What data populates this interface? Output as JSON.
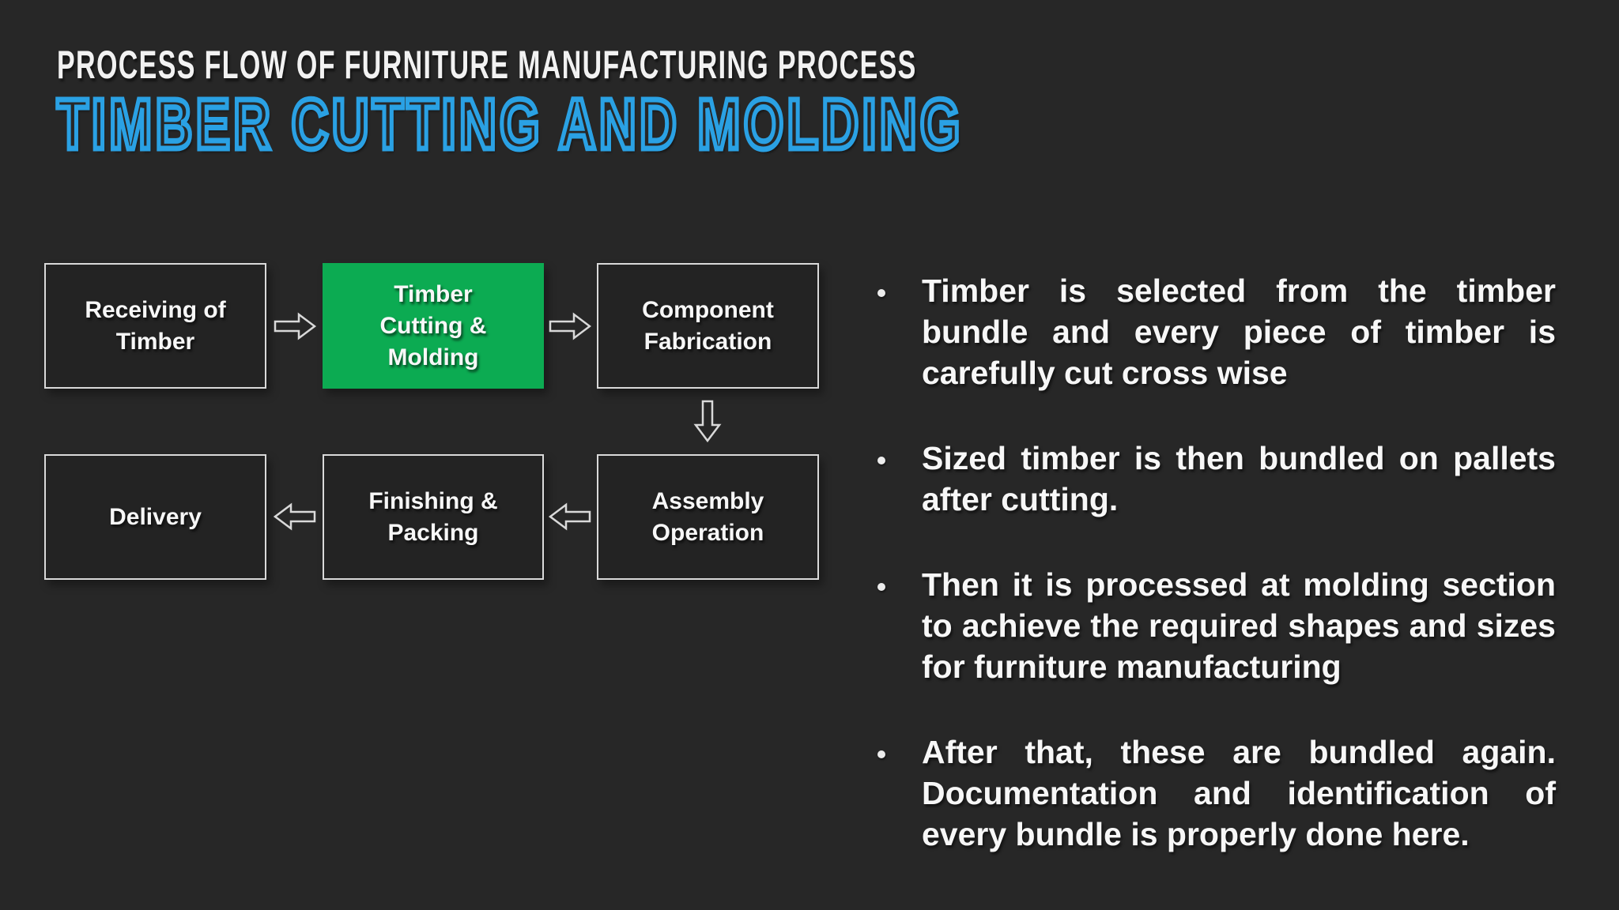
{
  "slide": {
    "eyebrow": "PROCESS FLOW OF FURNITURE MANUFACTURING PROCESS",
    "title": "TIMBER CUTTING AND MOLDING"
  },
  "colors": {
    "background": "#272727",
    "title_blue": "#2AA1E4",
    "highlight_green": "#0CAB52",
    "box_border": "#D9D9D9",
    "text_white": "#F7F7F7"
  },
  "flowchart": {
    "nodes": [
      {
        "id": "receiving",
        "label": "Receiving of\nTimber",
        "highlighted": false
      },
      {
        "id": "cutting",
        "label": "Timber\nCutting &\nMolding",
        "highlighted": true
      },
      {
        "id": "fabrication",
        "label": "Component\nFabrication",
        "highlighted": false
      },
      {
        "id": "assembly",
        "label": "Assembly\nOperation",
        "highlighted": false
      },
      {
        "id": "finishing",
        "label": "Finishing &\nPacking",
        "highlighted": false
      },
      {
        "id": "delivery",
        "label": "Delivery",
        "highlighted": false
      }
    ],
    "connections": [
      {
        "from": "receiving",
        "to": "cutting",
        "direction": "right"
      },
      {
        "from": "cutting",
        "to": "fabrication",
        "direction": "right"
      },
      {
        "from": "fabrication",
        "to": "assembly",
        "direction": "down"
      },
      {
        "from": "assembly",
        "to": "finishing",
        "direction": "left"
      },
      {
        "from": "finishing",
        "to": "delivery",
        "direction": "left"
      }
    ]
  },
  "bullets": [
    "Timber is selected from the timber bundle and every piece of timber is carefully cut cross wise",
    "Sized timber is then bundled on pallets after cutting.",
    "Then it is processed at molding section to achieve the required shapes and sizes for furniture manufacturing",
    "After that, these are bundled again. Documentation and identification of every bundle is properly done here."
  ]
}
